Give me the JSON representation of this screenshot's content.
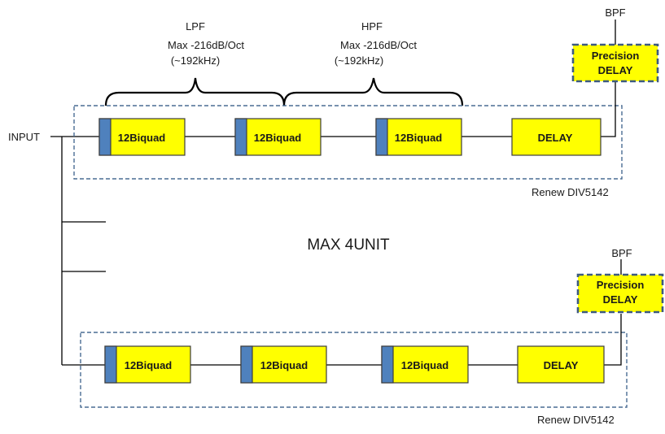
{
  "input_label": "INPUT",
  "center_label": "MAX 4UNIT",
  "lpf": {
    "title": "LPF",
    "line1": "Max -216dB/Oct",
    "line2": "(~192kHz)"
  },
  "hpf": {
    "title": "HPF",
    "line1": "Max -216dB/Oct",
    "line2": "(~192kHz)"
  },
  "unit1": {
    "bpf_label": "BPF",
    "precision_line1": "Precision",
    "precision_line2": "DELAY",
    "blocks": [
      "12Biquad",
      "12Biquad",
      "12Biquad",
      "DELAY"
    ],
    "renew_label": "Renew DIV5142"
  },
  "unit2": {
    "bpf_label": "BPF",
    "precision_line1": "Precision",
    "precision_line2": "DELAY",
    "blocks": [
      "12Biquad",
      "12Biquad",
      "12Biquad",
      "DELAY"
    ],
    "renew_label": "Renew DIV5142"
  },
  "colors": {
    "block_fill": "#ffff00",
    "block_stroke": "#3c3c3c",
    "tab_fill": "#4f81bd",
    "dashed_border": "#4a6d93",
    "precision_border": "#3d5a80",
    "line": "#000000"
  }
}
